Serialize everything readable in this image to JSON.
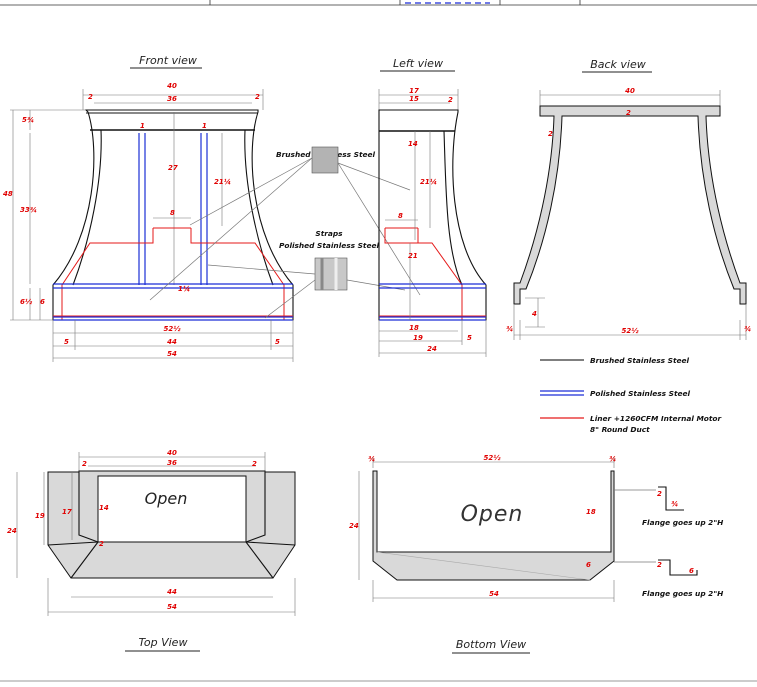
{
  "views": {
    "front": "Front view",
    "left": "Left view",
    "back": "Back view",
    "top": "Top View",
    "bottom": "Bottom View"
  },
  "callouts": {
    "brushed": "Brushed Stainless Steel",
    "straps": "Straps",
    "polished": "Polished Stainless Steel"
  },
  "legend": {
    "brushed": "Brushed Stainless Steel",
    "polished": "Polished Stainless Steel",
    "liner_line1": "Liner +1260CFM Internal Motor",
    "liner_line2": "8\" Round Duct",
    "colors": {
      "brushed": "#333333",
      "polished": "#1c2fd6",
      "liner": "#e51a1a"
    }
  },
  "open_labels": {
    "top": "Open",
    "bottom": "Open"
  },
  "flange": {
    "upper": "Flange goes up 2\"H",
    "lower": "Flange goes up 2\"H"
  },
  "dims": {
    "front": {
      "w40": "40",
      "w36": "36",
      "c2a": "2",
      "c2b": "2",
      "h534": "5¾",
      "h48": "48",
      "h3334": "33¾",
      "h612": "6½",
      "h6": "6",
      "s1a": "1",
      "s1b": "1",
      "d27": "27",
      "d2114": "21¼",
      "d8": "8",
      "d114": "1¼",
      "b5212": "52½",
      "b5a": "5",
      "b44": "44",
      "b5b": "5",
      "b54": "54"
    },
    "left": {
      "w17": "17",
      "w15": "15",
      "c2": "2",
      "d14": "14",
      "d2114": "21¼",
      "d8": "8",
      "d21": "21",
      "b18": "18",
      "b19": "19",
      "b5": "5",
      "b24": "24"
    },
    "back": {
      "w40": "40",
      "t2": "2",
      "s2": "2",
      "h4": "4",
      "b34a": "¾",
      "b5212": "52½",
      "b34b": "¾"
    },
    "top": {
      "w40": "40",
      "w36": "36",
      "c2a": "2",
      "c2b": "2",
      "h24": "24",
      "h19": "19",
      "h17": "17",
      "h14": "14",
      "f2": "2",
      "b44": "44",
      "b54": "54"
    },
    "bottom": {
      "t34a": "¾",
      "t5212": "52½",
      "t34b": "¾",
      "h24": "24",
      "h18": "18",
      "d6": "6",
      "b54": "54",
      "f2a": "2",
      "f34": "¾",
      "f2b": "2",
      "f6": "6"
    }
  }
}
